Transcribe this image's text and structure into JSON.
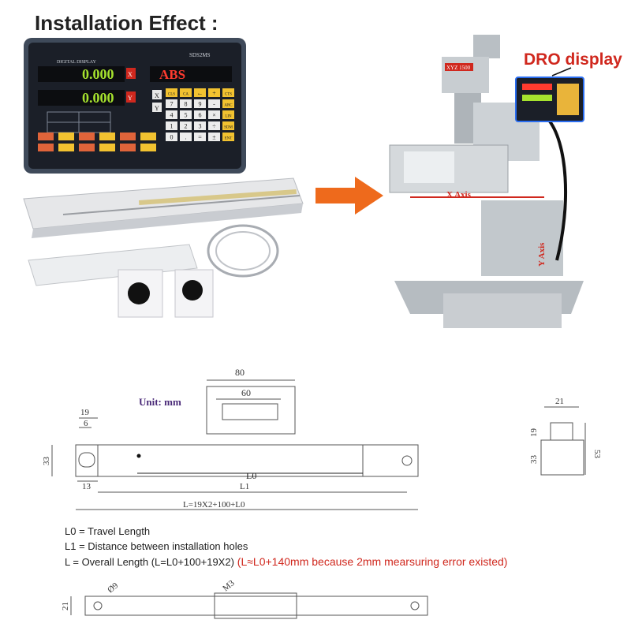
{
  "title": "Installation Effect :",
  "dro_label": "DRO display",
  "display": {
    "header": "DIGITAL DISPLAY",
    "model": "SDS2MS",
    "x_value": "0.000",
    "y_value": "0.000",
    "mode": "ABS",
    "axis_x": "X",
    "axis_y": "Y",
    "keypad_keys": [
      "CLS",
      "CA",
      "←",
      "+",
      "CTS",
      "7",
      "8",
      "9",
      "-",
      "ARC",
      "4",
      "5",
      "6",
      "×",
      "LIN",
      "1",
      "2",
      "3",
      "÷",
      "SDM",
      "0",
      ".",
      "=",
      "±",
      "ENT"
    ]
  },
  "machine_labels": {
    "brand": "XYZ 1500",
    "x_axis": "X Axis",
    "y_axis": "Y Axis"
  },
  "drawing": {
    "unit": "Unit: mm",
    "dim_80": "80",
    "dim_60": "60",
    "dim_19": "19",
    "dim_6": "6",
    "dim_33": "33",
    "dim_13": "13",
    "dim_L0": "L0",
    "dim_L1": "L1",
    "dim_L": "L=19X2+100+L0",
    "side_21": "21",
    "side_19": "19",
    "side_33": "33",
    "side_53": "53",
    "bottom_9": "Ø9",
    "bottom_M3": "M3",
    "bottom_21": "21"
  },
  "legend": {
    "l0": "L0 = Travel Length",
    "l1": "L1 = Distance between installation holes",
    "l_main": "L = Overall Length (L=L0+100+19X2)",
    "l_note": " (L≈L0+140mm because 2mm mearsuring error existed)"
  },
  "colors": {
    "accent_red": "#d0281e",
    "display_body": "#3f4a5a",
    "lcd_green": "#a6e22e",
    "lcd_red": "#ff3b2f"
  }
}
